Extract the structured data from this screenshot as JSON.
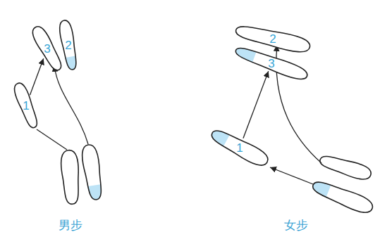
{
  "diagram": {
    "nodes": [
      {
        "text": [
          "1"
        ]
      },
      {
        "text": [
          "3"
        ]
      },
      {
        "text": [
          "2"
        ]
      },
      {
        "text": [
          "2"
        ]
      },
      {
        "text": [
          "3"
        ]
      },
      {
        "text": [
          "1"
        ]
      }
    ],
    "edges": [
      {
        "from": 0,
        "to": 1,
        "arrow": "to"
      },
      {
        "from": 5,
        "to": 4,
        "arrow": "to"
      }
    ],
    "labels": [
      "男步",
      "女步"
    ]
  }
}
